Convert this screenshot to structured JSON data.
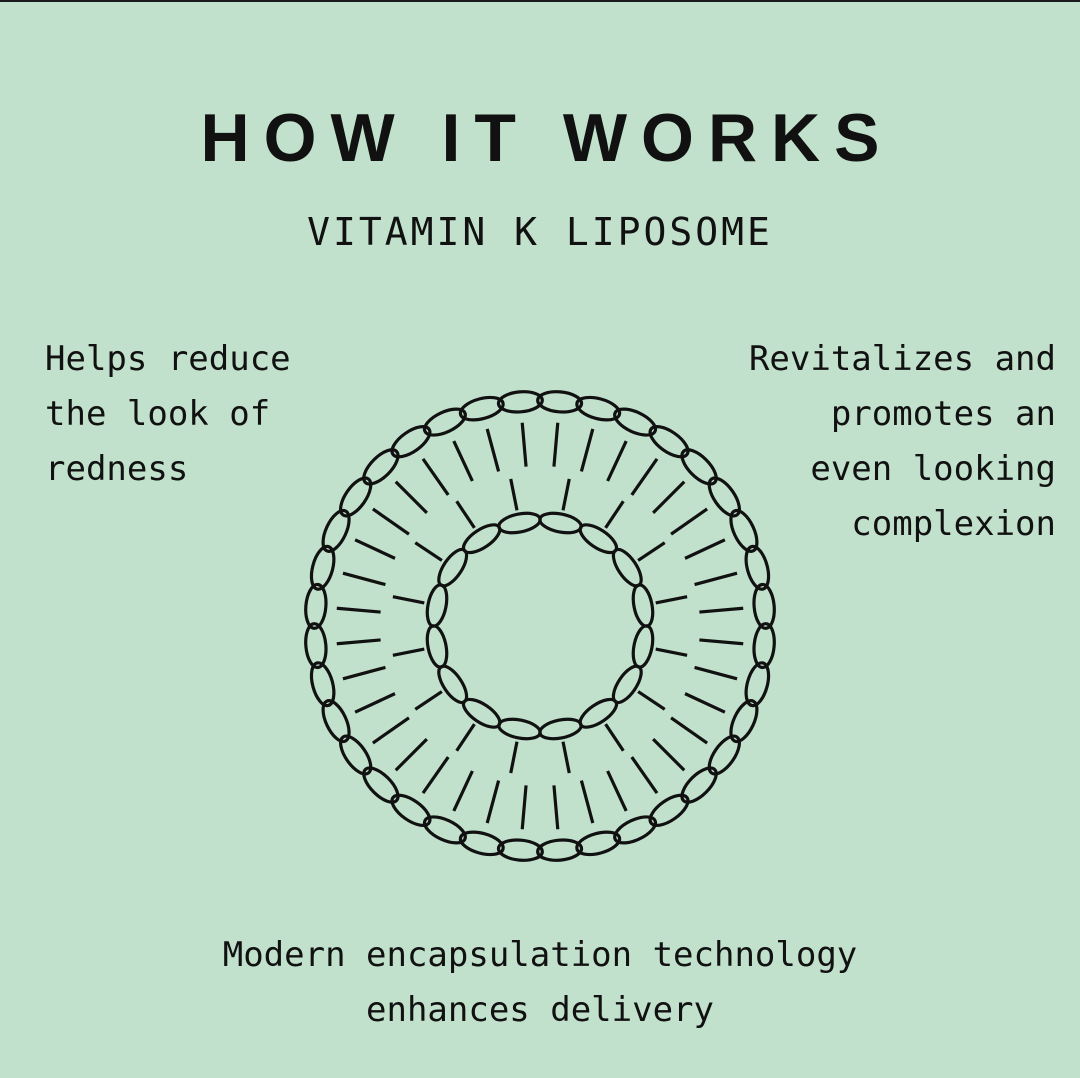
{
  "colors": {
    "background": "#c1e1cc",
    "ink": "#111111"
  },
  "title": "HOW IT WORKS",
  "subtitle": "VITAMIN K LIPOSOME",
  "benefits": {
    "left": "Helps reduce\nthe look of\nredness",
    "right": "Revitalizes and\npromotes an\neven looking\ncomplexion",
    "bottom": "Modern encapsulation technology\nenhances delivery"
  },
  "diagram": {
    "icon": "liposome-bilayer-icon",
    "outer_heads": 36,
    "inner_heads": 16
  }
}
